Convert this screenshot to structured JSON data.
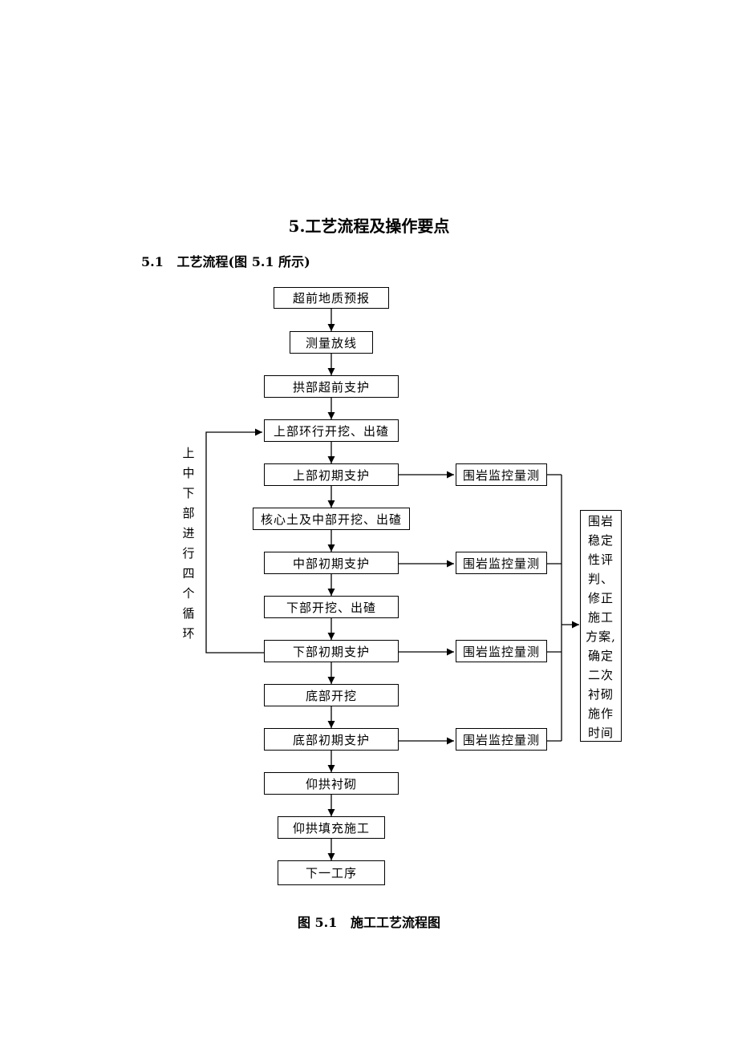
{
  "heading": "5.工艺流程及操作要点",
  "section_title": "5.1   工艺流程(图 5.1 所示)",
  "caption": "图 5.1   施工工艺流程图",
  "steps": [
    "超前地质预报",
    "测量放线",
    "拱部超前支护",
    "上部环行开挖、出碴",
    "上部初期支护",
    "核心土及中部开挖、出碴",
    "中部初期支护",
    "下部开挖、出碴",
    "下部初期支护",
    "底部开挖",
    "底部初期支护",
    "仰拱衬砌",
    "仰拱填充施工",
    "下一工序"
  ],
  "monitor_label": "围岩监控量测",
  "loop_label": [
    "上",
    "中",
    "下",
    "部",
    "进",
    "行",
    "四",
    "个",
    "循",
    "环"
  ],
  "evaluation_lines": [
    "围岩",
    "稳定",
    "性评",
    "判、",
    "修正",
    "施工",
    "方案,",
    "确定",
    "二次",
    "衬砌",
    "施作",
    "时间"
  ]
}
